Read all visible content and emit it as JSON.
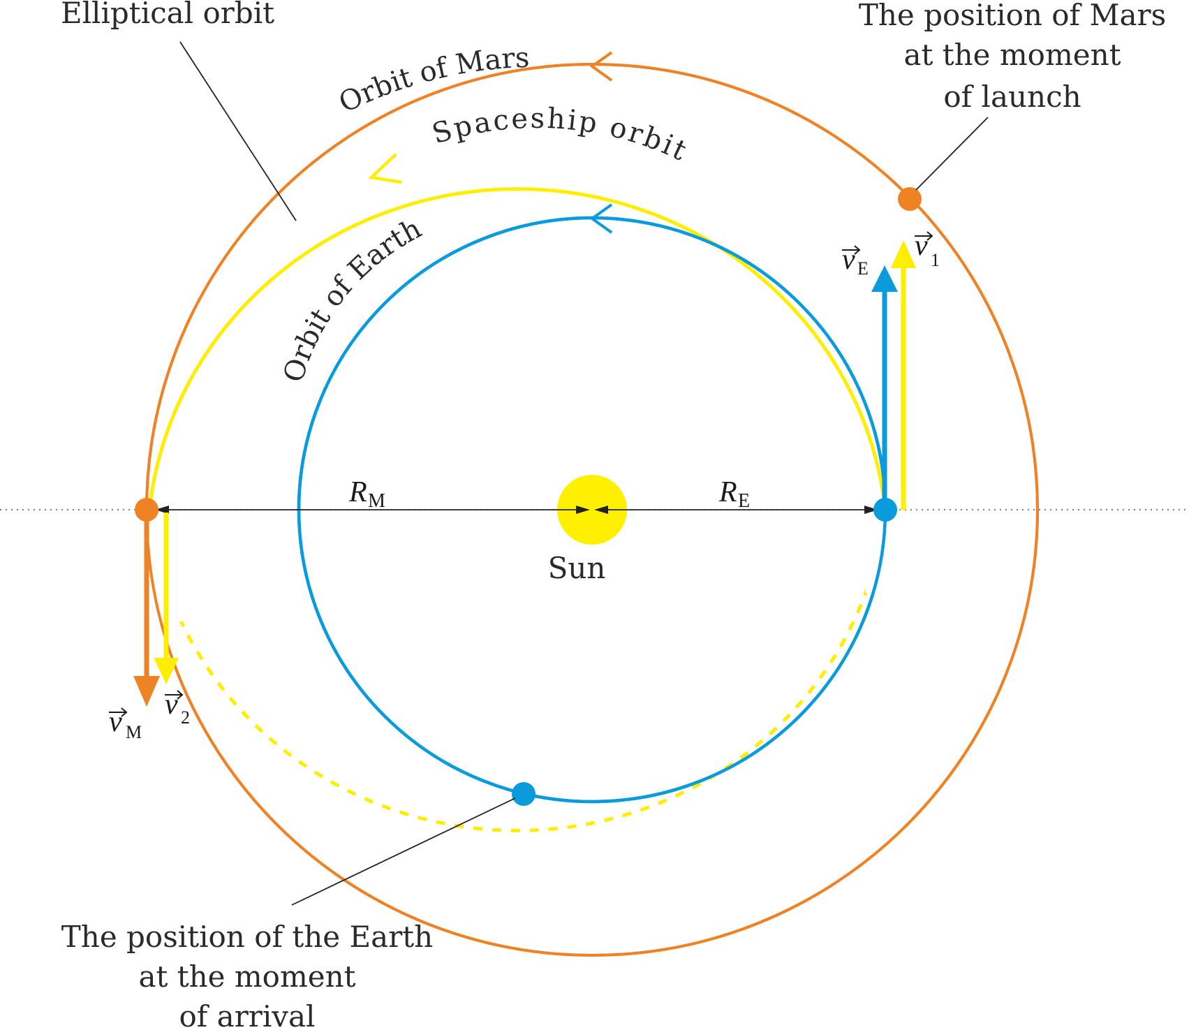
{
  "colors": {
    "mars": "#ee8224",
    "earth": "#0a9bdc",
    "spaceship": "#ffee00",
    "sun": "#fff000",
    "ink": "#222222"
  },
  "labels": {
    "elliptical_orbit": "Elliptical orbit",
    "orbit_of_mars": "Orbit of Mars",
    "spaceship_orbit": "Spaceship orbit",
    "orbit_of_earth": "Orbit of Earth",
    "mars_launch_line1": "The position of Mars",
    "mars_launch_line2": "at the moment",
    "mars_launch_line3": "of launch",
    "earth_arrival_line1": "The position of the Earth",
    "earth_arrival_line2": "at the moment",
    "earth_arrival_line3": "of arrival",
    "sun": "Sun"
  },
  "symbols": {
    "r_mars": {
      "base": "R",
      "sub": "M"
    },
    "r_earth": {
      "base": "R",
      "sub": "E"
    },
    "v_earth": {
      "base": "v",
      "sub": "E"
    },
    "v_1": {
      "base": "v",
      "sub": "1"
    },
    "v_2": {
      "base": "v",
      "sub": "2"
    },
    "v_mars": {
      "base": "v",
      "sub": "M"
    }
  }
}
